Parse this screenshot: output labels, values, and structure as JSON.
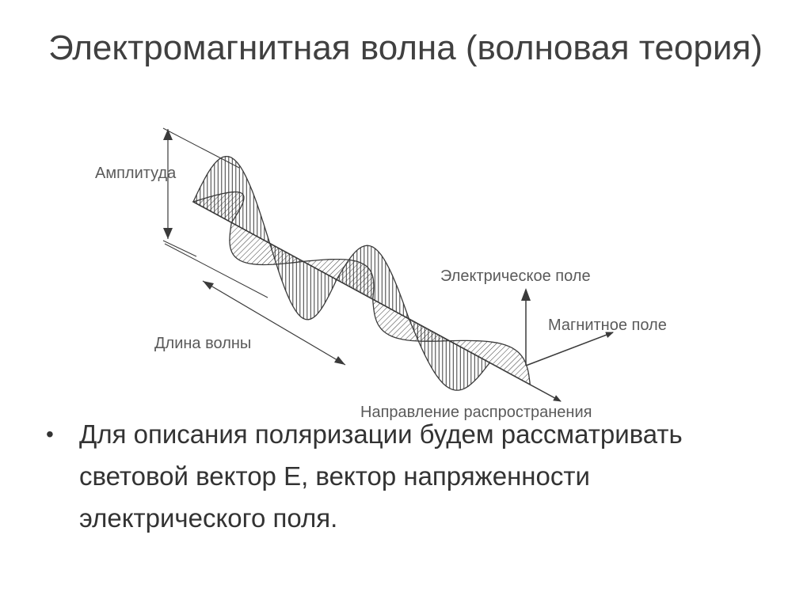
{
  "slide": {
    "title": "Электромагнитная волна (волновая теория)",
    "bullet_symbol": "•",
    "bullet_text": "Для описания поляризации будем рассматривать световой вектор E, вектор напряженности электрического поля."
  },
  "diagram": {
    "labels": {
      "amplitude": "Амплитуда",
      "electric_field": "Электрическое поле",
      "magnetic_field": "Магнитное поле",
      "wavelength": "Длина волны",
      "propagation": "Направление распространения"
    }
  },
  "colors": {
    "line": "#3a3a3a",
    "label": "#5a5a5a",
    "text": "#333333"
  }
}
